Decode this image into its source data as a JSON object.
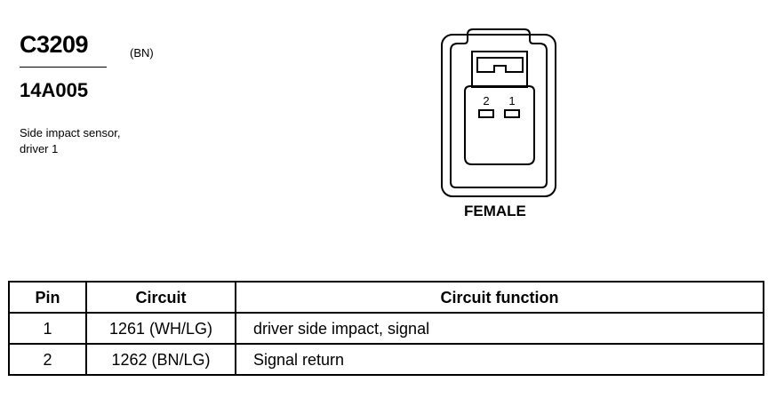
{
  "connector": {
    "id": "C3209",
    "color_code": "(BN)",
    "part_number": "14A005",
    "description_line1": "Side impact sensor,",
    "description_line2": "driver 1",
    "gender": "FEMALE",
    "pin_labels": [
      "2",
      "1"
    ]
  },
  "table": {
    "headers": {
      "pin": "Pin",
      "circuit": "Circuit",
      "function": "Circuit function"
    },
    "rows": [
      {
        "pin": "1",
        "circuit": "1261 (WH/LG)",
        "function": "driver side impact, signal"
      },
      {
        "pin": "2",
        "circuit": "1262 (BN/LG)",
        "function": "Signal return"
      }
    ]
  }
}
